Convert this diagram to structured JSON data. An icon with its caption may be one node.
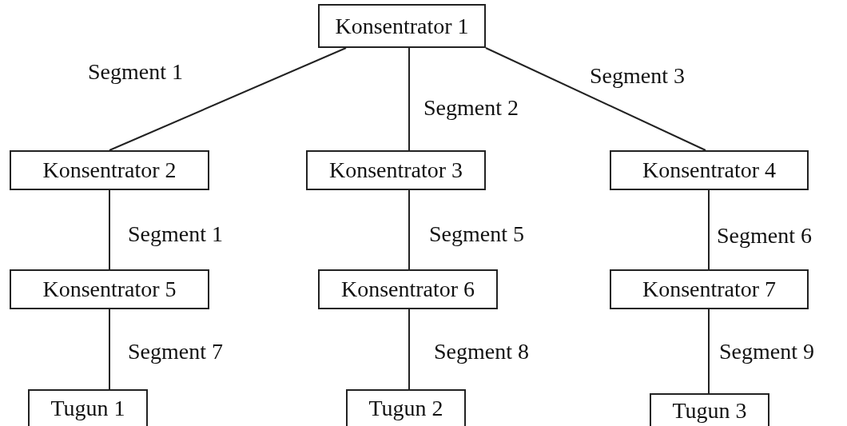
{
  "diagram": {
    "nodes": [
      {
        "text": [
          "Konsentrator 1"
        ]
      },
      {
        "text": [
          "Konsentrator 2"
        ]
      },
      {
        "text": [
          "Konsentrator 3"
        ]
      },
      {
        "text": [
          "Konsentrator 4"
        ]
      },
      {
        "text": [
          "Konsentrator 5"
        ]
      },
      {
        "text": [
          "Konsentrator 6"
        ]
      },
      {
        "text": [
          "Konsentrator 7"
        ]
      },
      {
        "text": [
          "Tugun 1"
        ]
      },
      {
        "text": [
          "Tugun 2"
        ]
      },
      {
        "text": [
          "Tugun 3"
        ]
      }
    ],
    "edges": [
      {
        "from": 0,
        "to": 1,
        "arrow": "none",
        "label": "Segment 1"
      },
      {
        "from": 0,
        "to": 2,
        "arrow": "none",
        "label": "Segment 2"
      },
      {
        "from": 0,
        "to": 3,
        "arrow": "none",
        "label": "Segment 3"
      },
      {
        "from": 1,
        "to": 4,
        "arrow": "none",
        "label": "Segment 1"
      },
      {
        "from": 2,
        "to": 5,
        "arrow": "none",
        "label": "Segment 5"
      },
      {
        "from": 3,
        "to": 6,
        "arrow": "none",
        "label": "Segment 6"
      },
      {
        "from": 4,
        "to": 7,
        "arrow": "none",
        "label": "Segment 7"
      },
      {
        "from": 5,
        "to": 8,
        "arrow": "none",
        "label": "Segment 8"
      },
      {
        "from": 6,
        "to": 9,
        "arrow": "none",
        "label": "Segment 9"
      }
    ]
  }
}
